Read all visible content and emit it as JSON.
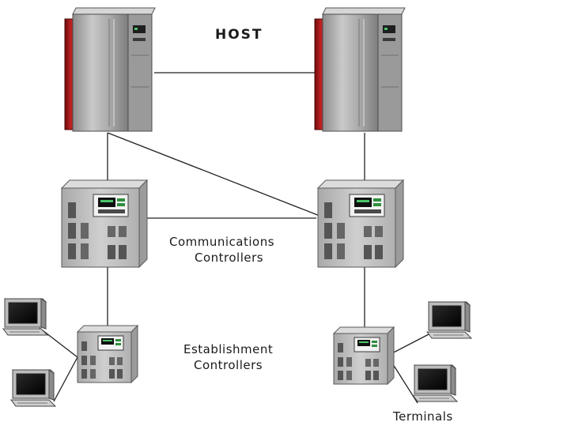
{
  "labels": {
    "host": "HOST",
    "communications_line1": "Communications",
    "communications_line2": "Controllers",
    "establishment_line1": "Establishment",
    "establishment_line2": "Controllers",
    "terminals": "Terminals"
  },
  "nodes": [
    {
      "id": "host-left",
      "kind": "host"
    },
    {
      "id": "host-right",
      "kind": "host"
    },
    {
      "id": "comm-left",
      "kind": "communications-controller"
    },
    {
      "id": "comm-right",
      "kind": "communications-controller"
    },
    {
      "id": "est-left",
      "kind": "establishment-controller"
    },
    {
      "id": "est-right",
      "kind": "establishment-controller"
    },
    {
      "id": "terminal-left-top",
      "kind": "terminal"
    },
    {
      "id": "terminal-left-bottom",
      "kind": "terminal"
    },
    {
      "id": "terminal-right-top",
      "kind": "terminal"
    },
    {
      "id": "terminal-right-bottom",
      "kind": "terminal"
    }
  ],
  "edges": [
    [
      "host-left",
      "host-right"
    ],
    [
      "host-left",
      "comm-left"
    ],
    [
      "host-left",
      "comm-right"
    ],
    [
      "host-right",
      "comm-right"
    ],
    [
      "comm-left",
      "comm-right"
    ],
    [
      "comm-left",
      "est-left"
    ],
    [
      "comm-right",
      "est-right"
    ],
    [
      "est-left",
      "terminal-left-top"
    ],
    [
      "est-left",
      "terminal-left-bottom"
    ],
    [
      "est-right",
      "terminal-right-top"
    ],
    [
      "est-right",
      "terminal-right-bottom"
    ]
  ],
  "colors": {
    "host_body": "#a7a7a7",
    "host_accent": "#8b1a1a",
    "controller_body": "#b9b9b9",
    "panel_green": "#2f8f3f",
    "screen": "#101010",
    "line": "#222222"
  }
}
